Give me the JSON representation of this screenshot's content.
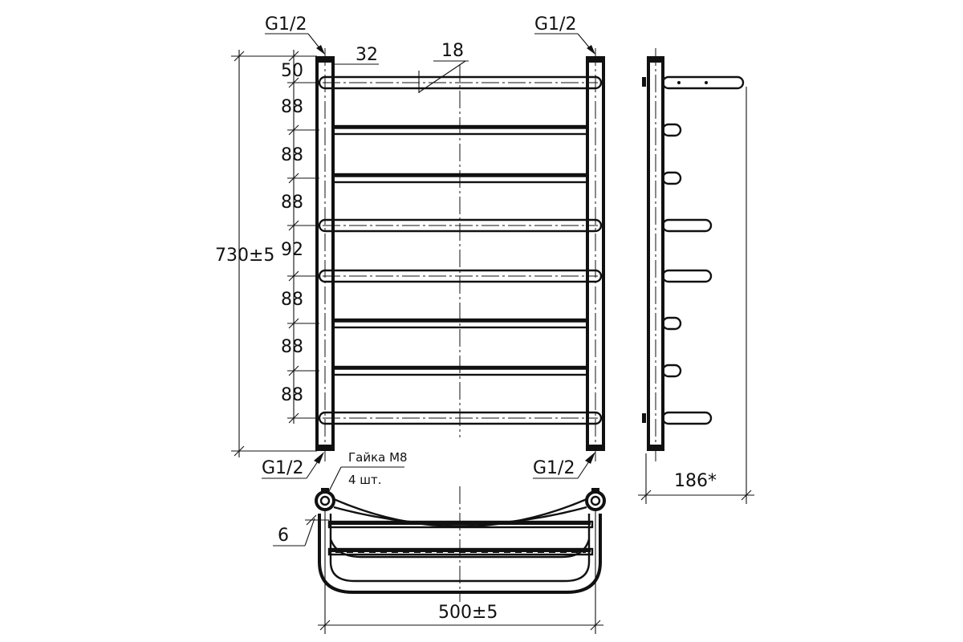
{
  "thread_labels": {
    "top_left": "G1/2",
    "top_right": "G1/2",
    "bottom_left": "G1/2",
    "bottom_right": "G1/2"
  },
  "dimensions": {
    "overall_height": "730±5",
    "overall_width": "500±5",
    "depth": "186*",
    "pipe_diameter": "32",
    "rung_diameter": "18",
    "wall_gap": "6",
    "top_offset": "50",
    "spacings": [
      "88",
      "88",
      "88",
      "92",
      "88",
      "88",
      "88"
    ]
  },
  "note": {
    "line1": "Гайка М8",
    "line2": "4 шт."
  },
  "rungs": [
    {
      "style": "round"
    },
    {
      "style": "flat"
    },
    {
      "style": "flat"
    },
    {
      "style": "round"
    },
    {
      "style": "round"
    },
    {
      "style": "flat"
    },
    {
      "style": "flat"
    },
    {
      "style": "round"
    }
  ]
}
